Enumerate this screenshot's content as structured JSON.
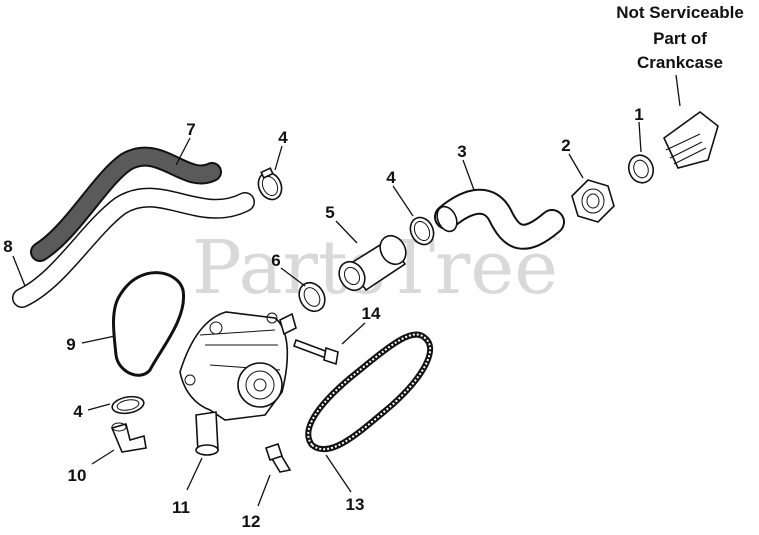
{
  "watermark": {
    "text": "PartsTree",
    "trademark": "™"
  },
  "note": {
    "lines": [
      "Not Serviceable",
      "Part of",
      "Crankcase"
    ]
  },
  "callouts": {
    "c1": "1",
    "c2": "2",
    "c3": "3",
    "c4a": "4",
    "c4b": "4",
    "c4c": "4",
    "c5": "5",
    "c6": "6",
    "c7": "7",
    "c8": "8",
    "c9": "9",
    "c10": "10",
    "c11": "11",
    "c12": "12",
    "c13": "13",
    "c14": "14"
  },
  "colors": {
    "ink": "#111111",
    "hose_fill": "#5a5a5a",
    "watermark": "#d9d9d9"
  }
}
